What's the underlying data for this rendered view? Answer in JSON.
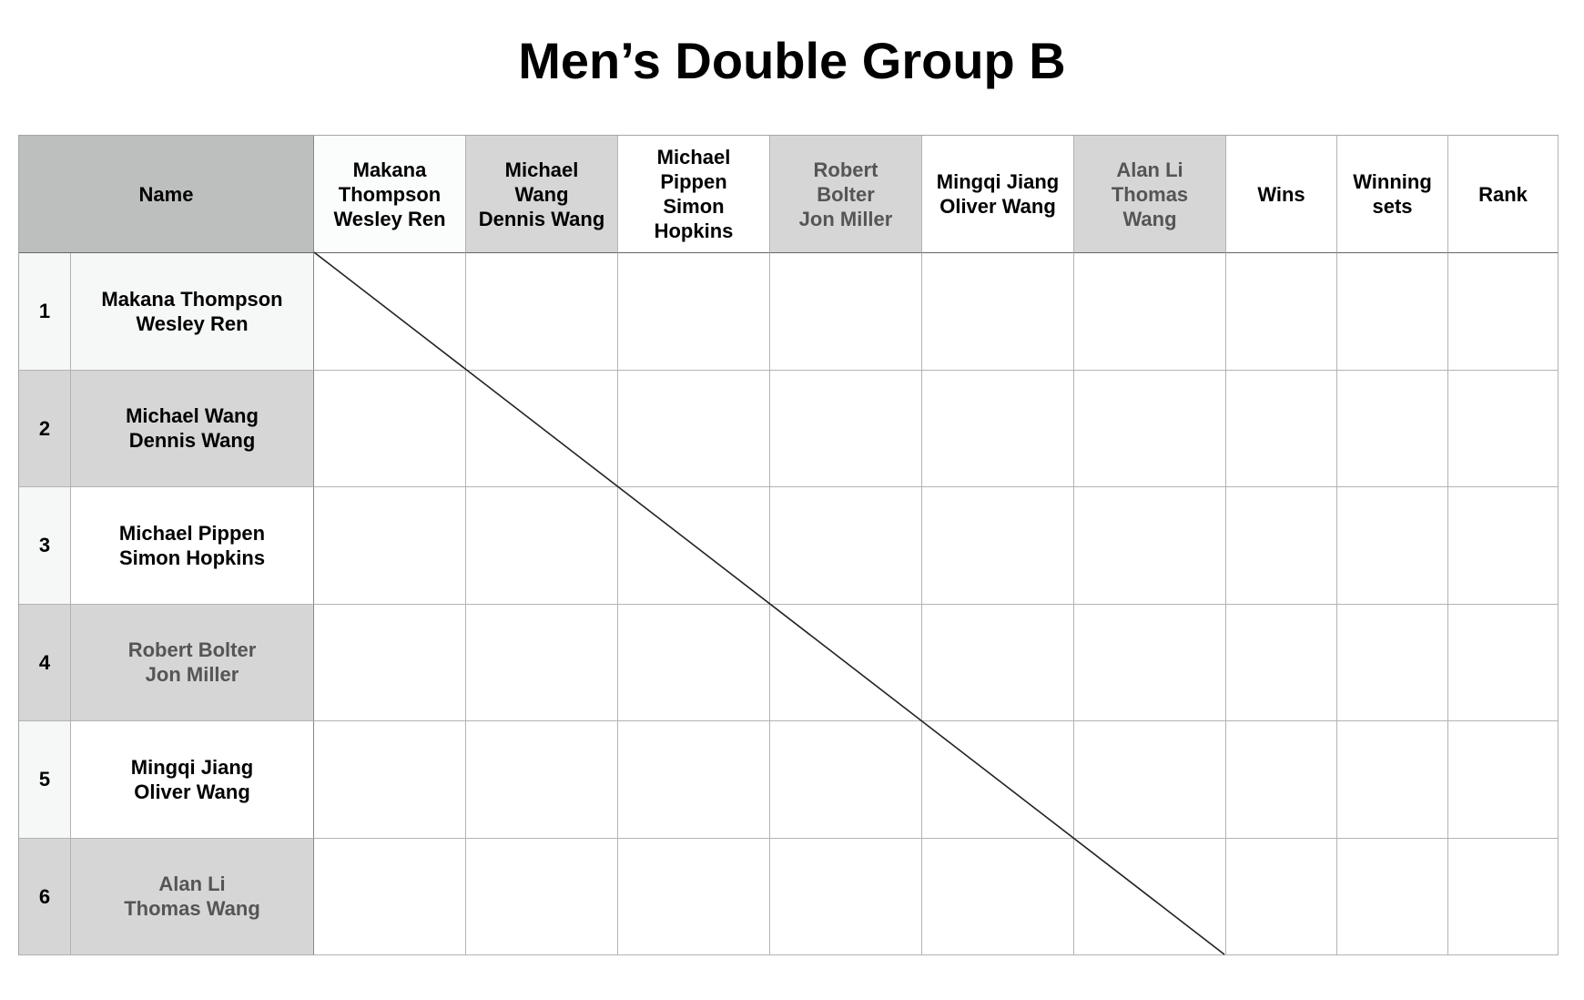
{
  "title": "Men’s Double Group B",
  "header": {
    "name_label": "Name",
    "wins_label": "Wins",
    "winning_sets_label": "Winning\nsets",
    "rank_label": "Rank",
    "opponents": [
      "Makana\nThompson\nWesley Ren",
      "Michael\nWang\nDennis Wang",
      "Michael\nPippen\nSimon\nHopkins",
      "Robert\nBolter\nJon Miller",
      "Mingqi Jiang\nOliver Wang",
      "Alan Li\nThomas\nWang"
    ]
  },
  "rows": [
    {
      "number": "1",
      "name": "Makana Thompson\nWesley Ren"
    },
    {
      "number": "2",
      "name": "Michael Wang\nDennis Wang"
    },
    {
      "number": "3",
      "name": "Michael Pippen\nSimon Hopkins"
    },
    {
      "number": "4",
      "name": "Robert Bolter\nJon Miller"
    },
    {
      "number": "5",
      "name": "Mingqi Jiang\nOliver Wang"
    },
    {
      "number": "6",
      "name": "Alan Li\nThomas Wang"
    }
  ],
  "colors": {
    "header_name_bg": "#bdbfbe",
    "grey_cell_bg": "#d6d6d6",
    "grey_text": "#555555"
  }
}
